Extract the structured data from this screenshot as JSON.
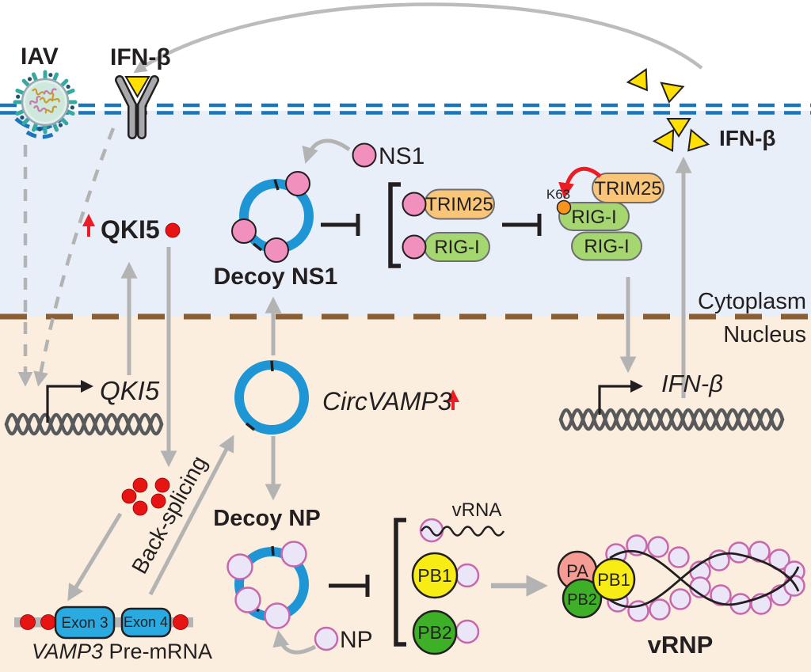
{
  "diagram": {
    "extracellular": {
      "iav_label": "IAV",
      "ifnb_receptor_label": "IFN-β",
      "ifnb_secreted_label": "IFN-β"
    },
    "cytoplasm": {
      "region_label": "Cytoplasm",
      "qki5_protein_label": "QKI5",
      "ns1_label": "NS1",
      "decoy_ns1_label": "Decoy NS1",
      "sequestered_trim25_label": "TRIM25",
      "sequestered_rigi_label": "RIG-I",
      "k63_label": "K63",
      "active_trim25_label": "TRIM25",
      "active_rigi_top_label": "RIG-I",
      "active_rigi_bottom_label": "RIG-I"
    },
    "nucleus": {
      "region_label": "Nucleus",
      "qki5_gene_label": "QKI5",
      "circvamp3_label": "CircVAMP3",
      "back_splicing_label": "Back-splicing",
      "exon3_label": "Exon 3",
      "exon4_label": "Exon 4",
      "vamp3_italic_label": "VAMP3",
      "premrna_label": " Pre-mRNA",
      "decoy_np_label": "Decoy NP",
      "np_label": "NP",
      "vrna_label": "vRNA",
      "free_pb1_label": "PB1",
      "free_pb2_label": "PB2",
      "vrnp_pa_label": "PA",
      "vrnp_pb1_label": "PB1",
      "vrnp_pb2_label": "PB2",
      "vrnp_label": "vRNP",
      "ifnb_gene_label": "IFN-β"
    },
    "colors": {
      "membrane_blue": "#1b75bb",
      "cytoplasm_bg": "#e9eff8",
      "nucleus_bg": "#fbeede",
      "nuclear_envelope_brown": "#8b5e34",
      "circ_rna_ring_blue": "#1e95d4",
      "ns1_pink": "#f290bd",
      "np_lavender_fill": "#eae6f7",
      "np_magenta_outline": "#c867ac",
      "trim25_orange": "#f8c579",
      "rigi_green": "#a5d66f",
      "k63_ubiquitin_orange": "#f7941e",
      "ifnb_triangle_yellow": "#ffe000",
      "pb1_yellow": "#f7ec13",
      "pb2_green": "#3db027",
      "pa_salmon": "#f79c95",
      "upregulation_red": "#ed1c24",
      "arrow_gray": "#b3b3b3",
      "dna_gray": "#58595b",
      "text_dark": "#231f20"
    }
  }
}
